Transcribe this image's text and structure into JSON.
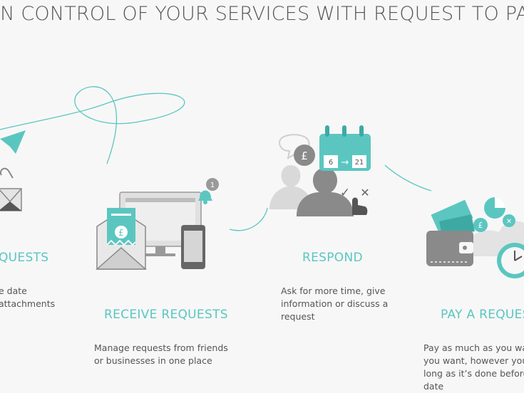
{
  "headline": "IN CONTROL OF YOUR SERVICES WITH REQUEST TO PAY",
  "steps": [
    {
      "title": "QUESTS",
      "desc_lines": [
        "e date",
        "attachments"
      ]
    },
    {
      "title": "RECEIVE REQUESTS",
      "desc_lines": [
        "Manage requests from friends",
        "or businesses in one place"
      ]
    },
    {
      "title": "RESPOND",
      "desc_lines": [
        "Ask for more time, give",
        "information or discuss a",
        "request"
      ]
    },
    {
      "title": "PAY A REQUEST",
      "desc_lines": [
        "Pay as much as you want",
        "you want, however you",
        "long as it’s done before",
        "date"
      ]
    }
  ],
  "illustration_labels": {
    "notification_count": "1",
    "pound_sign": "£",
    "calendar_from": "6",
    "calendar_to": "21",
    "arrow": "→",
    "check": "✓",
    "cross": "✕"
  },
  "colors": {
    "accent": "#5bc6c0",
    "grey_dark": "#7a7a7a",
    "grey_light": "#d6d6d6",
    "background": "#f7f7f7"
  }
}
